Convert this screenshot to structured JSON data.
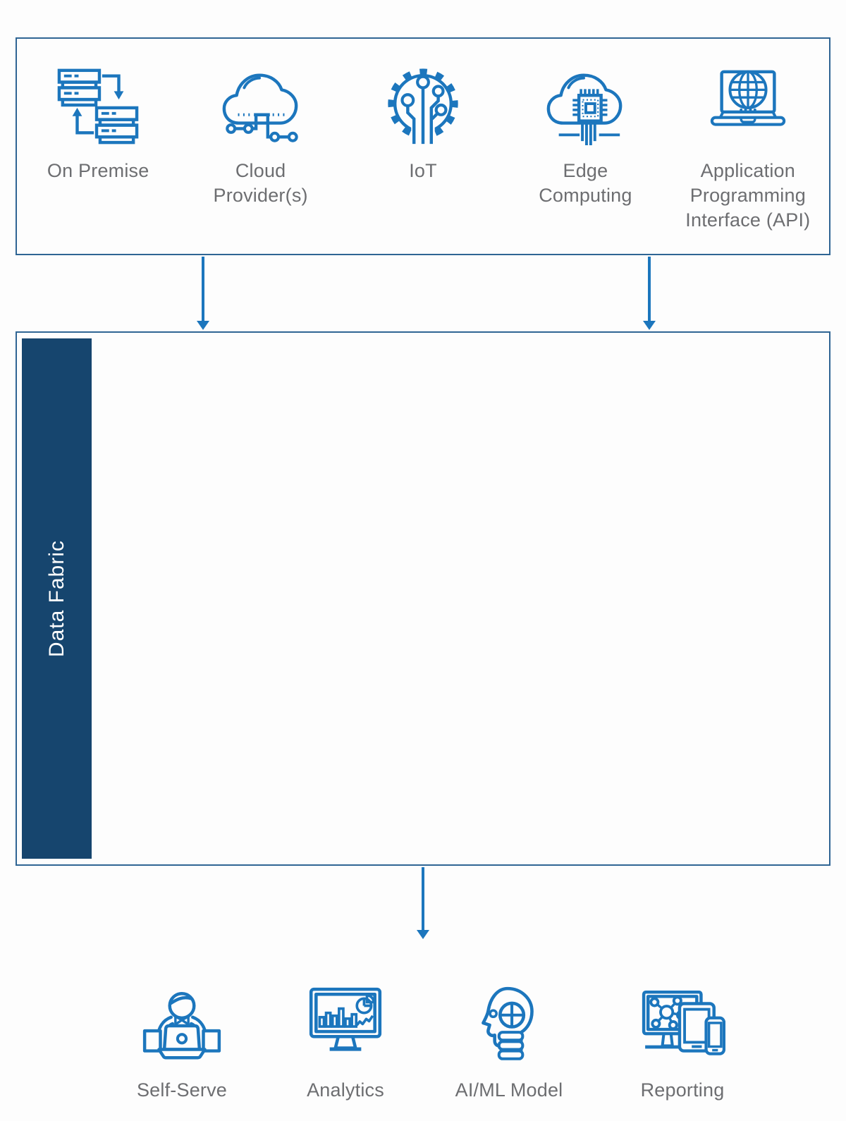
{
  "sources": {
    "items": [
      {
        "label": "On Premise",
        "icon": "on-premise-icon"
      },
      {
        "label": "Cloud Provider(s)",
        "icon": "cloud-providers-icon"
      },
      {
        "label": "IoT",
        "icon": "iot-icon"
      },
      {
        "label": "Edge Computing",
        "icon": "edge-computing-icon"
      },
      {
        "label": "Application Programming Interface (API)",
        "icon": "api-icon"
      }
    ]
  },
  "fabric": {
    "label": "Data Fabric"
  },
  "consumers": {
    "items": [
      {
        "label": "Self-Serve",
        "icon": "self-serve-icon"
      },
      {
        "label": "Analytics",
        "icon": "analytics-icon"
      },
      {
        "label": "AI/ML Model",
        "icon": "ai-ml-model-icon"
      },
      {
        "label": "Reporting",
        "icon": "reporting-icon"
      }
    ]
  },
  "colors": {
    "icon_and_arrow_blue": "#1c76bd",
    "box_border_blue": "#2f6594",
    "fabric_rail_navy": "#16456e",
    "label_gray": "#6d6e71",
    "background": "#fdfdfd"
  }
}
